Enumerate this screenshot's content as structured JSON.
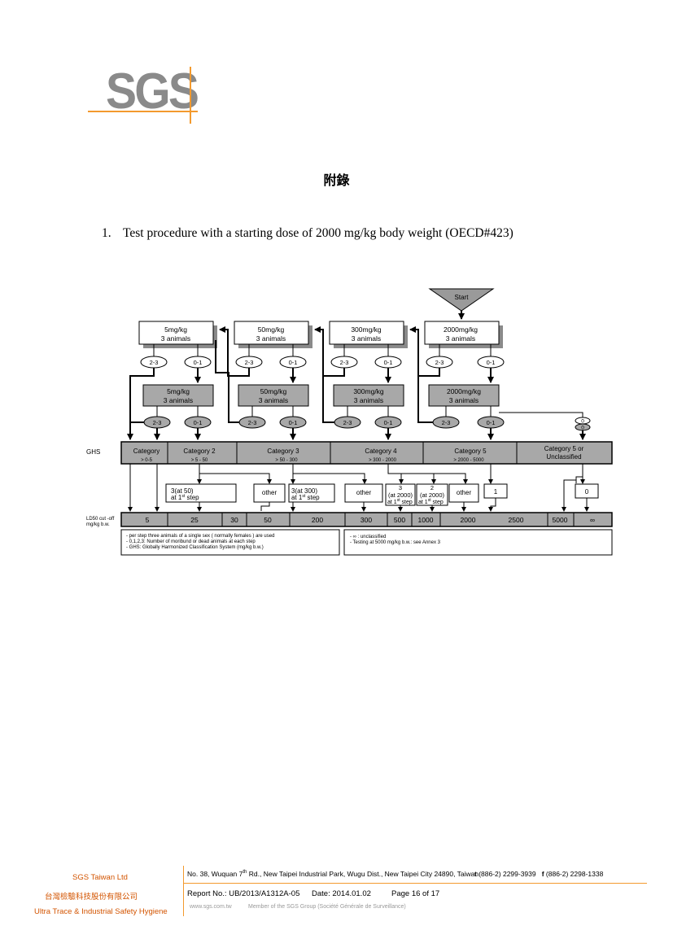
{
  "logo": {
    "text": "SGS"
  },
  "appendix_title": "附錄",
  "section": {
    "number": "1.",
    "text": "Test procedure with a starting dose of 2000 mg/kg body weight (OECD#423)"
  },
  "flowchart": {
    "start": "Start",
    "doses": [
      {
        "line1": "5mg/kg",
        "line2": "3 animals"
      },
      {
        "line1": "50mg/kg",
        "line2": "3 animals"
      },
      {
        "line1": "300mg/kg",
        "line2": "3 animals"
      },
      {
        "line1": "2000mg/kg",
        "line2": "3 animals"
      }
    ],
    "outcome_high": "2-3",
    "outcome_low": "0-1",
    "zero": "0",
    "ghs_label": "GHS",
    "categories": [
      {
        "name": "Category",
        "range": ">  0-5"
      },
      {
        "name": "Category 2",
        "range": "> 5 - 50"
      },
      {
        "name": "Category 3",
        "range": "> 50 - 300"
      },
      {
        "name": "Category 4",
        "range": "> 300 - 2000"
      },
      {
        "name": "Category 5",
        "range": "> 2000 - 5000"
      },
      {
        "name": "Category 5 or",
        "range": "Unclassified"
      }
    ],
    "results": {
      "r1_a": "3(at 50)",
      "r1_b": "at 1",
      "other": "other",
      "r3_a": "3(at 300)",
      "r3_b": "at 1",
      "r4_a": "3",
      "r4_b": "(at 2000)",
      "r4_c": "at 1",
      "r5_a": "2",
      "r5_b": "(at 2000)",
      "r5_c": "at 1",
      "one": "1",
      "zero": "0",
      "st": "st",
      "step": "step"
    },
    "ld50_label_1": "LD50  cut -off",
    "ld50_label_2": "mg/kg b.w.",
    "ld50_values": [
      "5",
      "25",
      "30",
      "50",
      "200",
      "300",
      "500",
      "1000",
      "2000",
      "2500",
      "5000",
      "∞"
    ],
    "notes_left": [
      "- per  step three animals  of a single  sex ( normally females   ) are used",
      "- 0,1,2,3:  Number of moribund or dead animals   at  each step",
      "- GHS:  Globally Harmonized Classification  System (mg/kg b.w.)"
    ],
    "notes_right": [
      "- ∞ : unclassified",
      "- Testing   at 5000 mg/kg b.w.: see Annex 3"
    ]
  },
  "footer": {
    "company_en": "SGS Taiwan Ltd",
    "company_zh": "台灣檢驗科技股份有限公司",
    "company_sub": "Ultra Trace & Industrial Safety Hygiene",
    "address_a": "No. 38, Wuquan 7",
    "address_sup": "th",
    "address_b": " Rd., New Taipei Industrial Park, Wugu Dist., New Taipei City 24890, Taiwan",
    "tel_prefix": "t",
    "tel": " (886-2) 2299-3939",
    "fax_prefix": "f",
    "fax": " (886-2) 2298-1338",
    "report": "Report No.: UB/2013/A1312A-05",
    "date": "Date: 2014.01.02",
    "page": "Page 16 of 17",
    "web": "www.sgs.com.tw",
    "member": "Member of the SGS Group (Société Générale de Surveillance)"
  }
}
